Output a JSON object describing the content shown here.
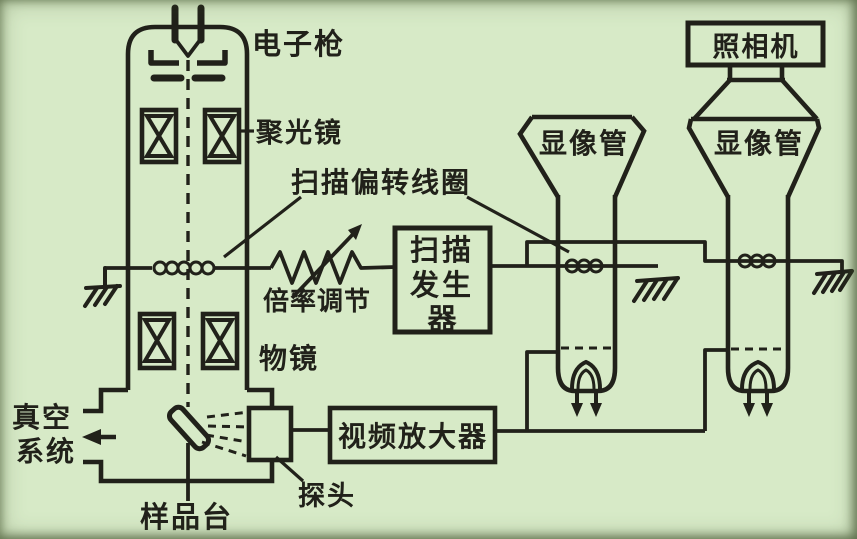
{
  "colors": {
    "background": "#d7eac7",
    "ink": "#21211a"
  },
  "labels": {
    "electron_gun": "电子枪",
    "condenser_lens": "聚光镜",
    "scan_deflection_coil": "扫描偏转线圈",
    "magnification_adjust": "倍率调节",
    "objective_lens": "物镜",
    "vacuum_system_line1": "真空",
    "vacuum_system_line2": "系统",
    "sample_stage": "样品台",
    "probe": "探头",
    "video_amplifier": "视频放大器",
    "scan_generator_line1": "扫描",
    "scan_generator_line2": "发生",
    "scan_generator_line3": "器",
    "crt_left": "显像管",
    "crt_right": "显像管",
    "camera": "照相机"
  }
}
